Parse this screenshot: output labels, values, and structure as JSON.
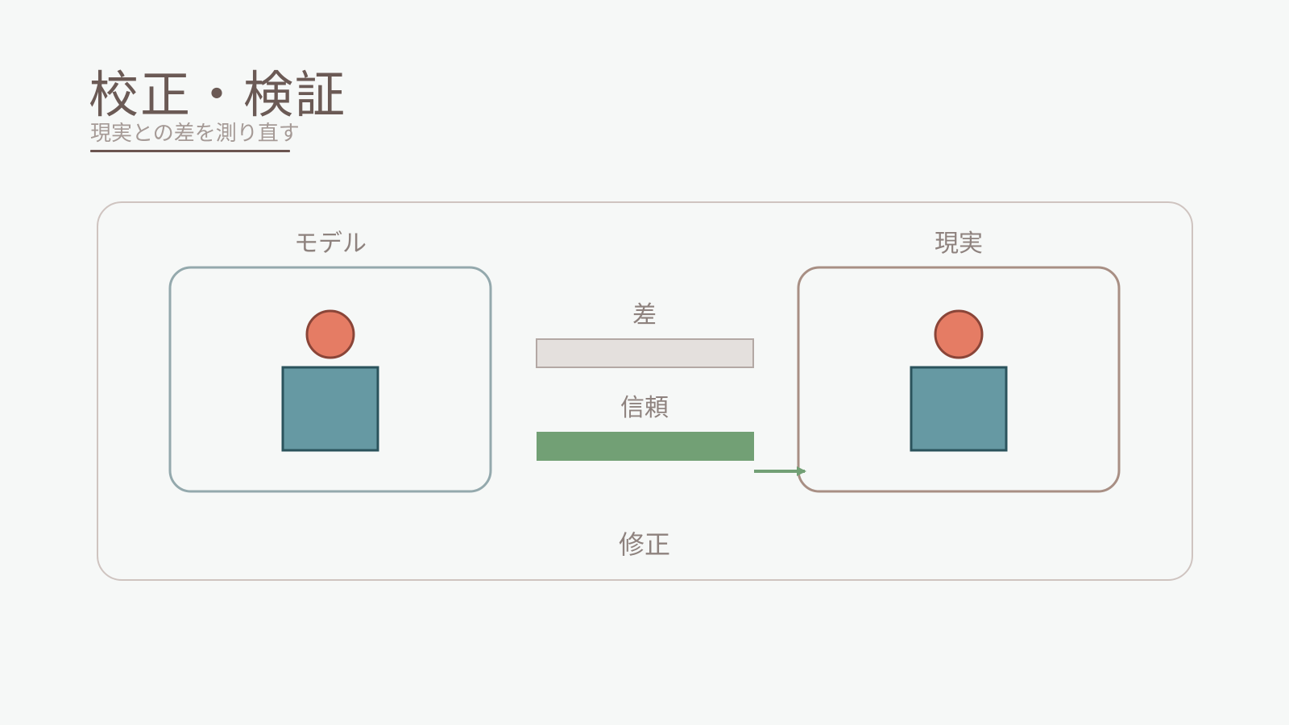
{
  "header": {
    "title": "校正・検証",
    "subtitle": "現実との差を測り直す"
  },
  "diagram": {
    "model_label": "モデル",
    "reality_label": "現実",
    "gap_label": "差",
    "trust_label": "信頼",
    "correction_label": "修正"
  },
  "colors": {
    "background": "#f6f8f7",
    "model_frame": "#94a9ad",
    "reality_frame": "#a88f84",
    "head": "#e57c64",
    "body": "#6699a3",
    "trust_bar": "#72a075",
    "gap_bar": "#e4e0dd"
  }
}
